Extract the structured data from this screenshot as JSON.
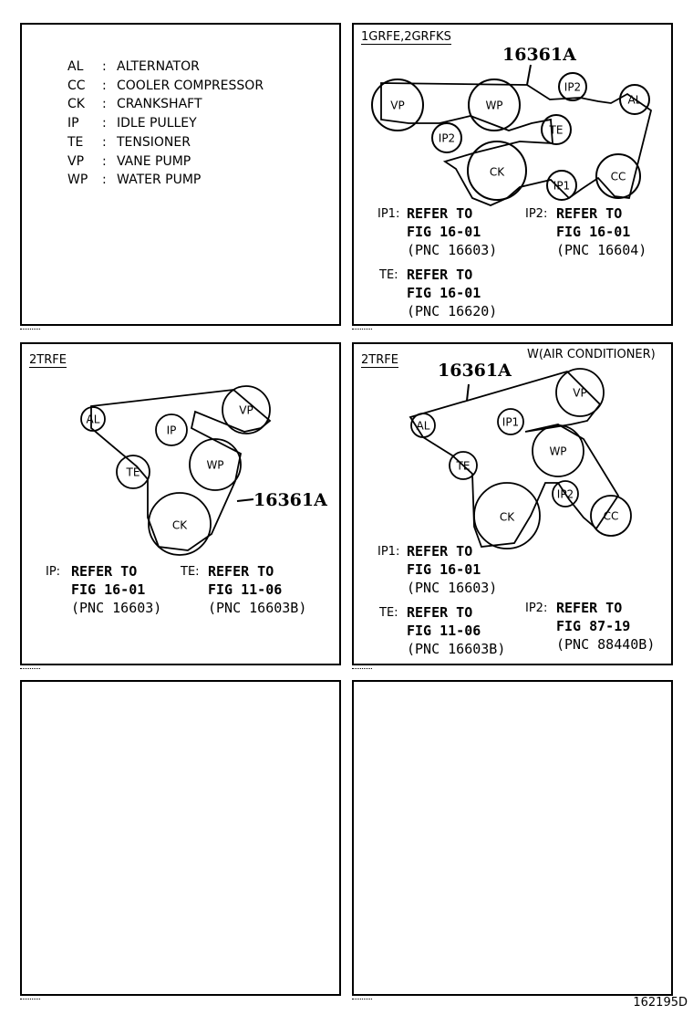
{
  "legend": [
    {
      "abbr": "AL",
      "name": "ALTERNATOR"
    },
    {
      "abbr": "CC",
      "name": "COOLER COMPRESSOR"
    },
    {
      "abbr": "CK",
      "name": "CRANKSHAFT"
    },
    {
      "abbr": "IP",
      "name": "IDLE PULLEY"
    },
    {
      "abbr": "TE",
      "name": "TENSIONER"
    },
    {
      "abbr": "VP",
      "name": "VANE PUMP"
    },
    {
      "abbr": "WP",
      "name": "WATER PUMP"
    }
  ],
  "legend_colon": ":",
  "panel_tr": {
    "engine": "1GRFE,2GRFKS",
    "part_number": "16361A",
    "pulleys": {
      "vp": "VP",
      "wp": "WP",
      "ip2a": "IP2",
      "al": "AL",
      "te": "TE",
      "ip2b": "IP2",
      "ck": "CK",
      "ip1": "IP1",
      "cc": "CC"
    },
    "refs": {
      "ip1": {
        "key": "IP1:",
        "l1": "REFER TO",
        "l2": "FIG 16-01",
        "l3": "(PNC 16603)"
      },
      "ip2": {
        "key": "IP2:",
        "l1": "REFER TO",
        "l2": "FIG 16-01",
        "l3": "(PNC 16604)"
      },
      "te": {
        "key": "TE:",
        "l1": "REFER TO",
        "l2": "FIG 16-01",
        "l3": "(PNC 16620)"
      }
    }
  },
  "panel_ml": {
    "engine": "2TRFE",
    "part_number": "16361A",
    "pulleys": {
      "al": "AL",
      "ip": "IP",
      "vp": "VP",
      "te": "TE",
      "wp": "WP",
      "ck": "CK"
    },
    "refs": {
      "ip": {
        "key": "IP:",
        "l1": "REFER TO",
        "l2": "FIG 16-01",
        "l3": "(PNC 16603)"
      },
      "te": {
        "key": "TE:",
        "l1": "REFER TO",
        "l2": "FIG 11-06",
        "l3": "(PNC 16603B)"
      }
    }
  },
  "panel_mr": {
    "engine": "2TRFE",
    "variant": "W(AIR CONDITIONER)",
    "part_number": "16361A",
    "pulleys": {
      "vp": "VP",
      "ip1": "IP1",
      "al": "AL",
      "wp": "WP",
      "te": "TE",
      "ip2": "IP2",
      "ck": "CK",
      "cc": "CC"
    },
    "refs": {
      "ip1": {
        "key": "IP1:",
        "l1": "REFER TO",
        "l2": "FIG 16-01",
        "l3": "(PNC 16603)"
      },
      "te": {
        "key": "TE:",
        "l1": "REFER TO",
        "l2": "FIG 11-06",
        "l3": "(PNC 16603B)"
      },
      "ip2": {
        "key": "IP2:",
        "l1": "REFER TO",
        "l2": "FIG 87-19",
        "l3": "(PNC 88440B)"
      }
    }
  },
  "figure_id": "162195D"
}
